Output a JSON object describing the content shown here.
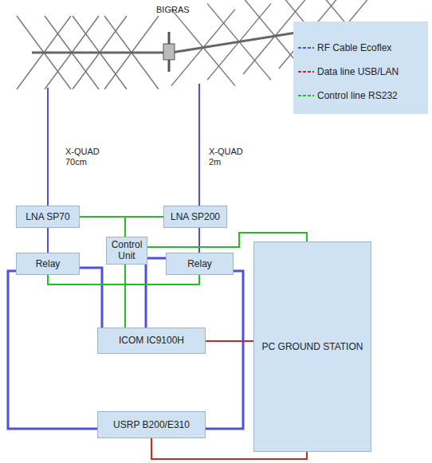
{
  "diagram": {
    "nodes": [
      {
        "text": [
          "LNA SP70"
        ]
      },
      {
        "text": [
          "LNA SP200"
        ]
      },
      {
        "text": [
          "Control Unit"
        ]
      },
      {
        "text": [
          "Relay"
        ]
      },
      {
        "text": [
          "Relay"
        ]
      },
      {
        "text": [
          "ICOM IC9100H"
        ]
      },
      {
        "text": [
          "PC GROUND STATION"
        ]
      },
      {
        "text": [
          "USRP B200/E310"
        ]
      }
    ],
    "edges": [
      {
        "from": 0,
        "to": 3,
        "arrow": "none"
      },
      {
        "from": 1,
        "to": 4,
        "arrow": "none"
      },
      {
        "from": 3,
        "to": 5,
        "arrow": "none"
      },
      {
        "from": 3,
        "to": 7,
        "arrow": "none"
      },
      {
        "from": 4,
        "to": 5,
        "arrow": "none"
      },
      {
        "from": 4,
        "to": 7,
        "arrow": "none"
      },
      {
        "from": 5,
        "to": 6,
        "arrow": "none"
      },
      {
        "from": 7,
        "to": 6,
        "arrow": "none"
      },
      {
        "from": 2,
        "to": 0,
        "arrow": "none"
      },
      {
        "from": 2,
        "to": 1,
        "arrow": "none"
      },
      {
        "from": 2,
        "to": 3,
        "arrow": "none"
      },
      {
        "from": 2,
        "to": 4,
        "arrow": "none"
      },
      {
        "from": 2,
        "to": 5,
        "arrow": "none"
      },
      {
        "from": 2,
        "to": 6,
        "arrow": "none"
      }
    ],
    "labels": [
      "BIGRAS",
      "X-QUAD 70cm",
      "X-QUAD 2m"
    ],
    "legend": [
      {
        "text": "RF Cable Ecoflex"
      },
      {
        "text": "Data line USB/LAN"
      },
      {
        "text": "Control line RS232"
      }
    ]
  }
}
